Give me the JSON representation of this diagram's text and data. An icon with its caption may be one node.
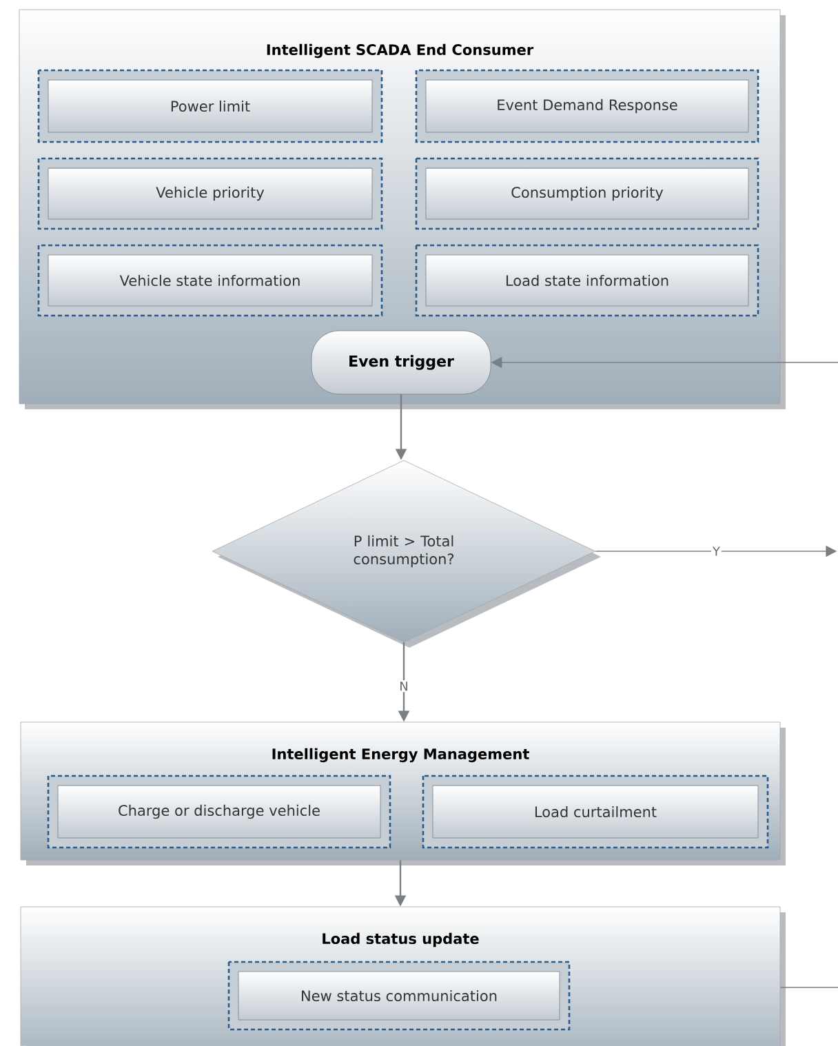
{
  "diagram": {
    "nodes": [
      {
        "text": [
          "Intelligent SCADA End Consumer"
        ]
      },
      {
        "text": [
          "Power limit"
        ],
        "in": 0
      },
      {
        "text": [
          "Event Demand Response"
        ],
        "in": 0
      },
      {
        "text": [
          "Vehicle priority"
        ],
        "in": 0
      },
      {
        "text": [
          "Consumption priority"
        ],
        "in": 0
      },
      {
        "text": [
          "Vehicle state information"
        ],
        "in": 0
      },
      {
        "text": [
          "Load state information"
        ],
        "in": 0
      },
      {
        "text": [
          "Even trigger"
        ],
        "in": 0
      },
      {
        "text": [
          "P limit > Total consumption?"
        ]
      },
      {
        "text": [
          "Intelligent Energy Management"
        ]
      },
      {
        "text": [
          "Charge or discharge vehicle"
        ],
        "in": 9
      },
      {
        "text": [
          "Load curtailment"
        ],
        "in": 9
      },
      {
        "text": [
          "Load status update"
        ]
      },
      {
        "text": [
          "New status communication"
        ],
        "in": 12
      }
    ],
    "edges": [
      {
        "from": null,
        "to": 7,
        "arrow": "to"
      },
      {
        "from": 7,
        "to": 8,
        "arrow": "to"
      },
      {
        "from": 8,
        "to": null,
        "arrow": "to",
        "label": "Y"
      },
      {
        "from": 8,
        "to": 9,
        "arrow": "to",
        "label": "N"
      },
      {
        "from": 9,
        "to": 12,
        "arrow": "to"
      },
      {
        "from": 12,
        "to": null,
        "arrow": "none"
      }
    ]
  }
}
